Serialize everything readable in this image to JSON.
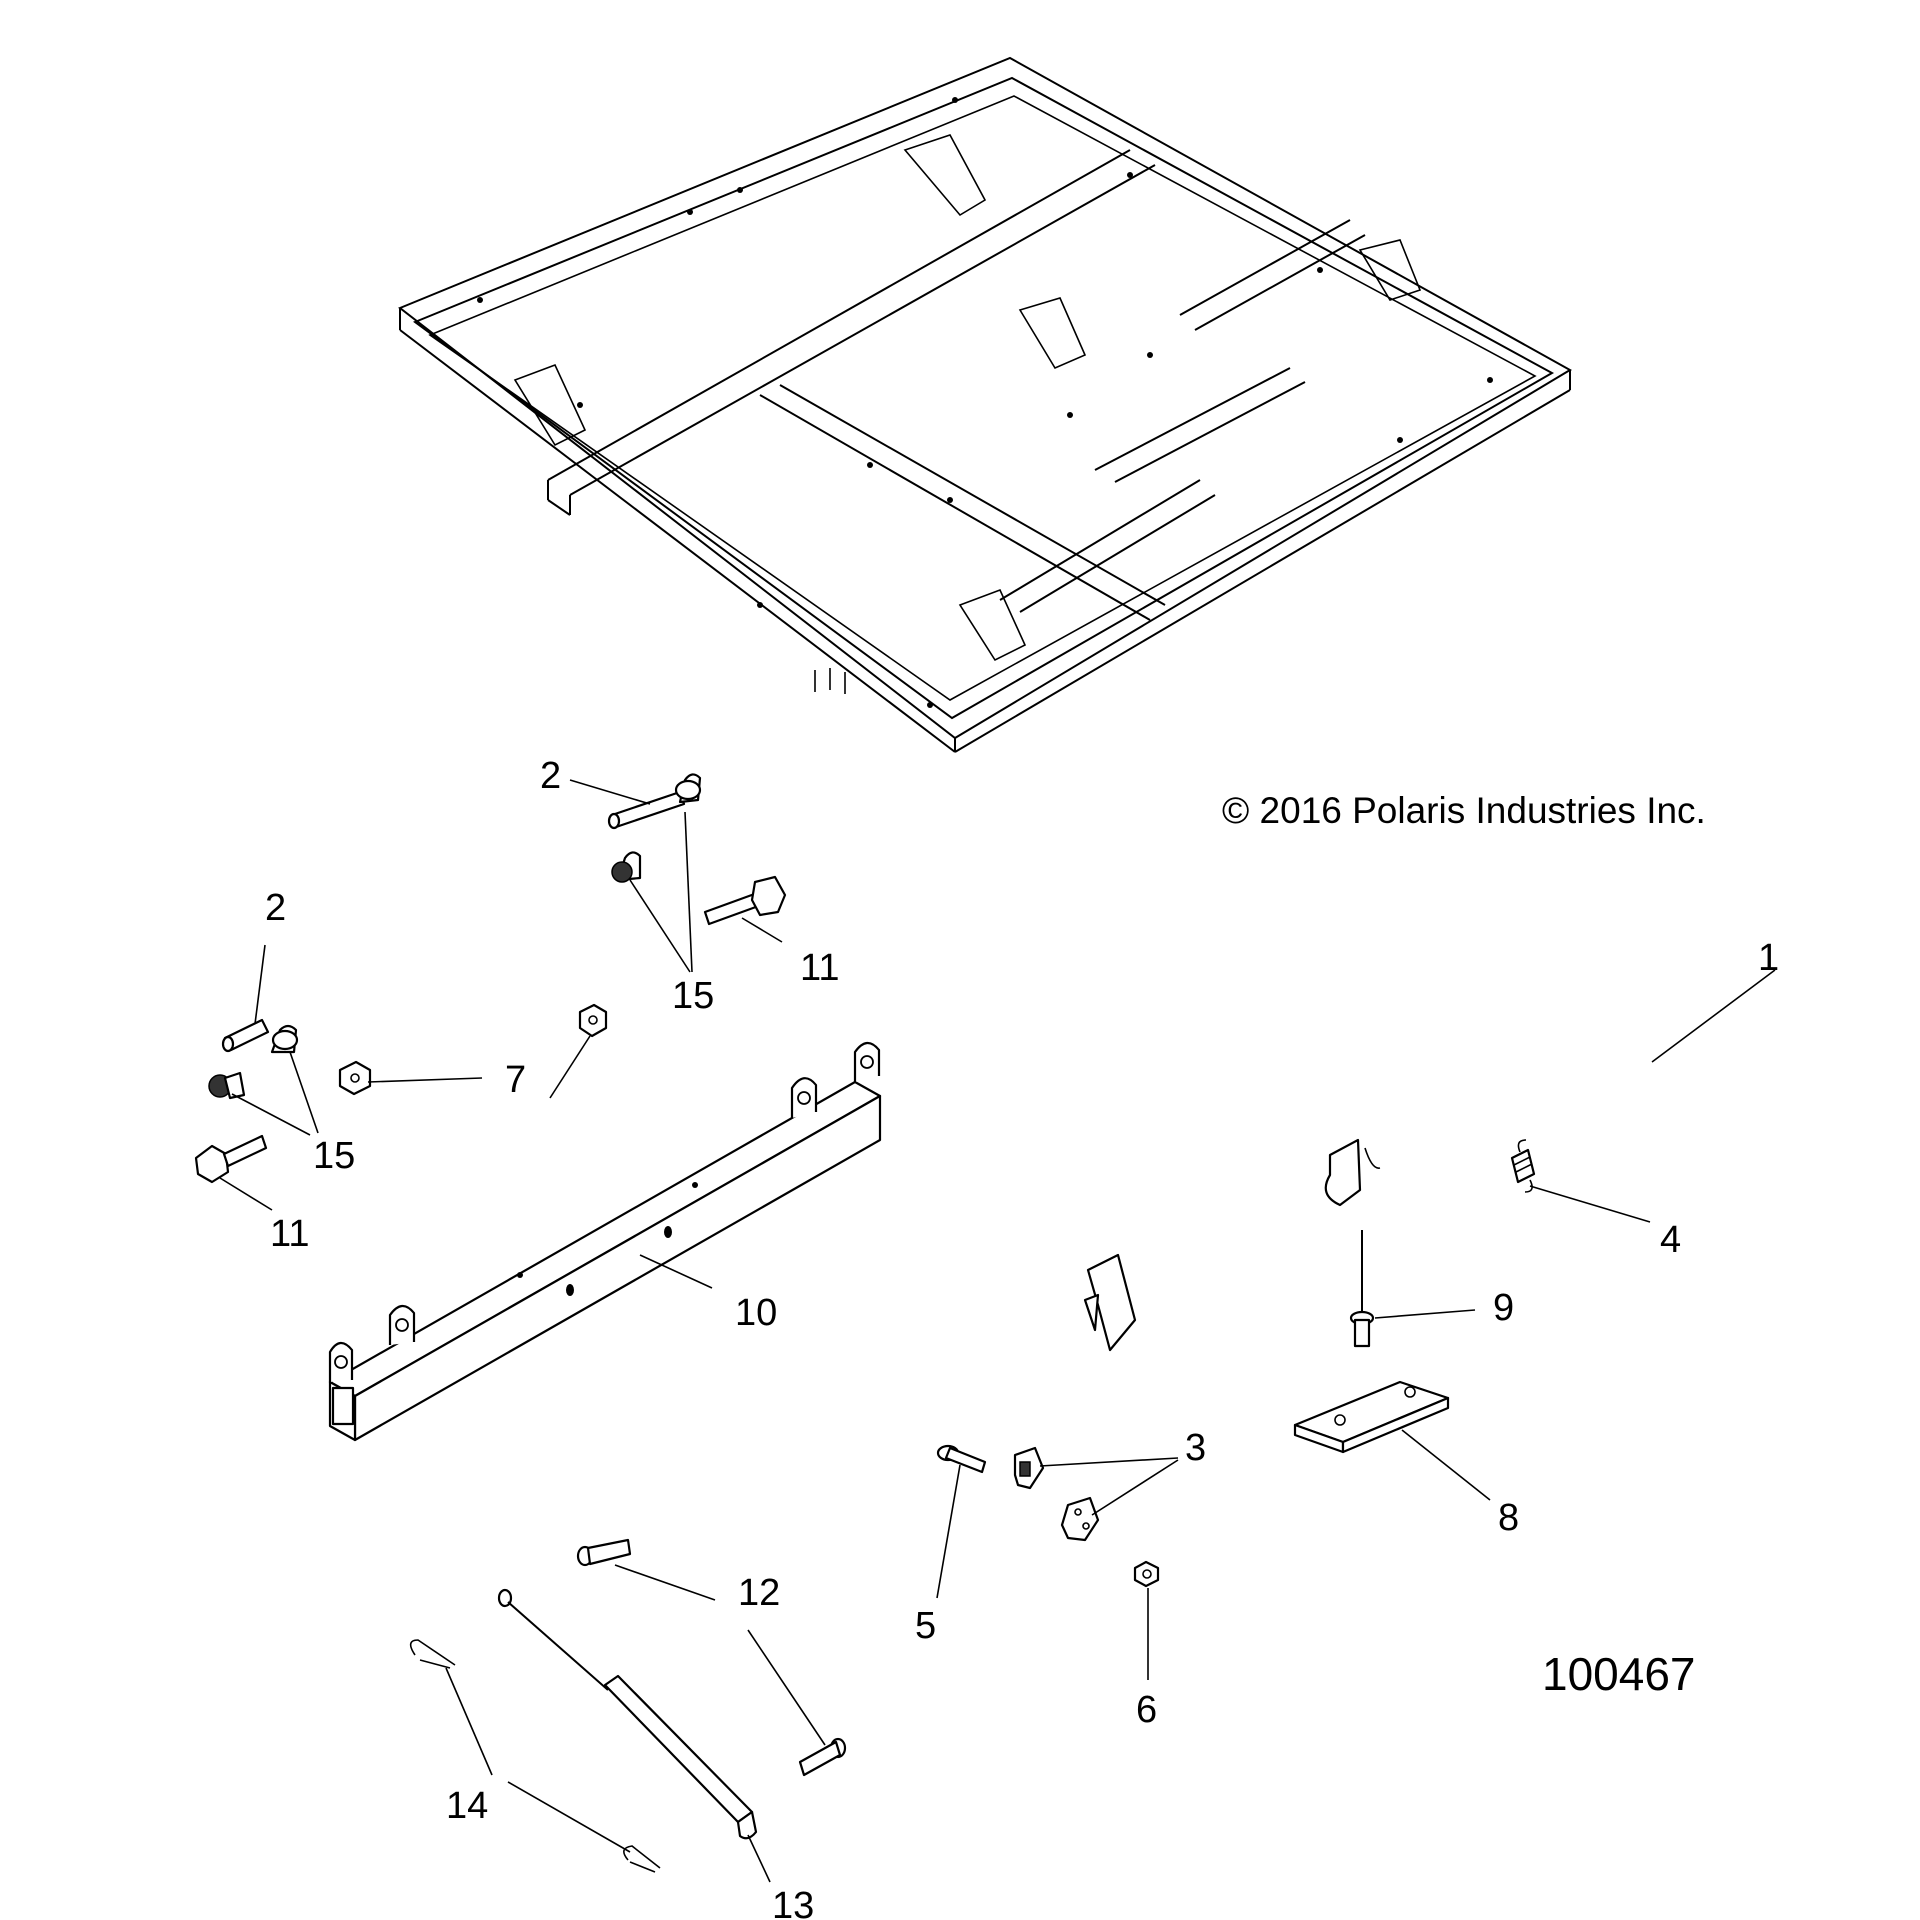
{
  "copyright": "© 2016 Polaris Industries Inc.",
  "document_number": "100467",
  "callouts": {
    "c1": "1",
    "c2a": "2",
    "c2b": "2",
    "c3": "3",
    "c4": "4",
    "c5": "5",
    "c6": "6",
    "c7": "7",
    "c8": "8",
    "c9": "9",
    "c10": "10",
    "c11a": "11",
    "c11b": "11",
    "c12": "12",
    "c13": "13",
    "c14": "14",
    "c15a": "15",
    "c15b": "15"
  }
}
